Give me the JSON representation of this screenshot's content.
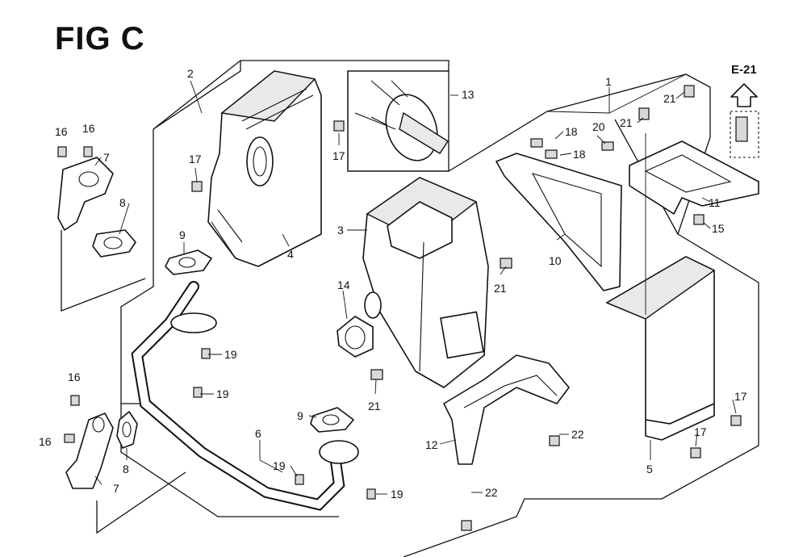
{
  "figure": {
    "title": "FIG C",
    "reference_label": "E-21"
  },
  "callouts": [
    {
      "id": "c1",
      "label": "1"
    },
    {
      "id": "c2",
      "label": "2"
    },
    {
      "id": "c3",
      "label": "3"
    },
    {
      "id": "c4",
      "label": "4"
    },
    {
      "id": "c5",
      "label": "5"
    },
    {
      "id": "c6",
      "label": "6"
    },
    {
      "id": "c7a",
      "label": "7"
    },
    {
      "id": "c7b",
      "label": "7"
    },
    {
      "id": "c8a",
      "label": "8"
    },
    {
      "id": "c8b",
      "label": "8"
    },
    {
      "id": "c9a",
      "label": "9"
    },
    {
      "id": "c9b",
      "label": "9"
    },
    {
      "id": "c10",
      "label": "10"
    },
    {
      "id": "c11",
      "label": "11"
    },
    {
      "id": "c12",
      "label": "12"
    },
    {
      "id": "c13",
      "label": "13"
    },
    {
      "id": "c14",
      "label": "14"
    },
    {
      "id": "c15",
      "label": "15"
    },
    {
      "id": "c16a",
      "label": "16"
    },
    {
      "id": "c16b",
      "label": "16"
    },
    {
      "id": "c16c",
      "label": "16"
    },
    {
      "id": "c16d",
      "label": "16"
    },
    {
      "id": "c17a",
      "label": "17"
    },
    {
      "id": "c17b",
      "label": "17"
    },
    {
      "id": "c17c",
      "label": "17"
    },
    {
      "id": "c17d",
      "label": "17"
    },
    {
      "id": "c18a",
      "label": "18"
    },
    {
      "id": "c18b",
      "label": "18"
    },
    {
      "id": "c19a",
      "label": "19"
    },
    {
      "id": "c19b",
      "label": "19"
    },
    {
      "id": "c19c",
      "label": "19"
    },
    {
      "id": "c19d",
      "label": "19"
    },
    {
      "id": "c20",
      "label": "20"
    },
    {
      "id": "c21a",
      "label": "21"
    },
    {
      "id": "c21b",
      "label": "21"
    },
    {
      "id": "c21c",
      "label": "21"
    },
    {
      "id": "c21d",
      "label": "21"
    },
    {
      "id": "c22a",
      "label": "22"
    },
    {
      "id": "c22b",
      "label": "22"
    }
  ]
}
